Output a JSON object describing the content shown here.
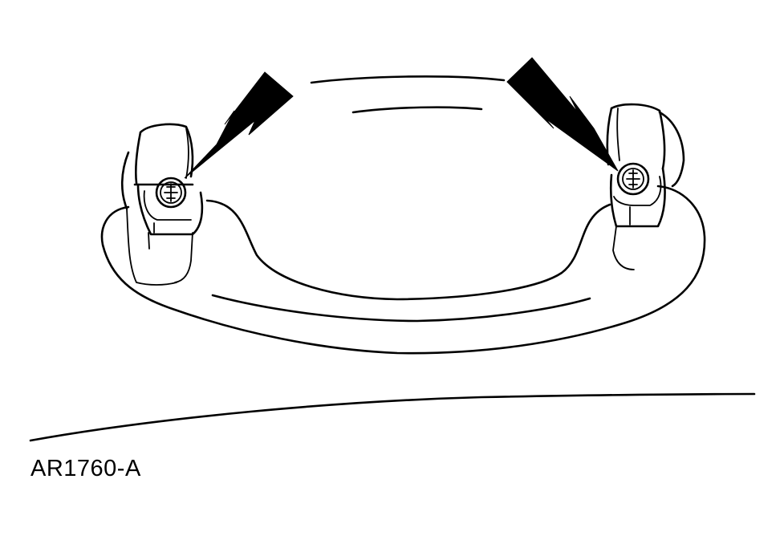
{
  "figure": {
    "caption": "AR1760-A",
    "colors": {
      "line": "#000000",
      "background": "#ffffff"
    },
    "callouts": [
      "arrow-to-left-screw",
      "arrow-to-right-screw"
    ],
    "icons": [
      "phillips-screw-icon",
      "phillips-screw-icon"
    ]
  }
}
